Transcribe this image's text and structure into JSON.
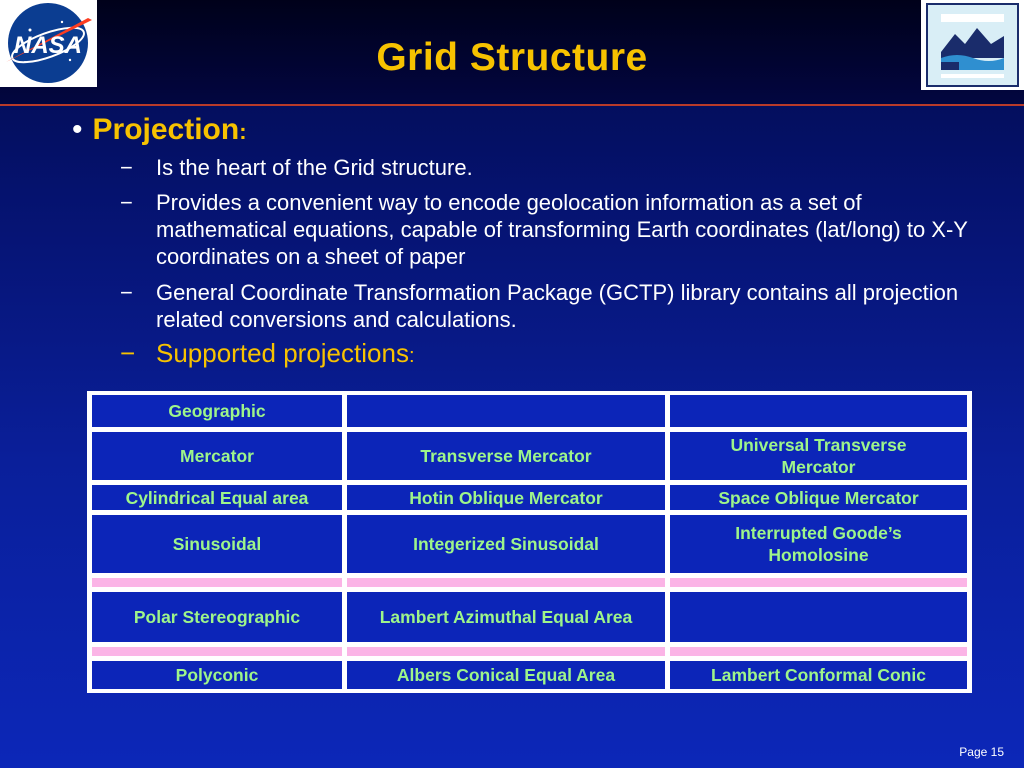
{
  "slide": {
    "title": "Grid Structure",
    "page_label": "Page 15"
  },
  "bullet": {
    "heading": "Projection",
    "heading_suffix": ":",
    "sub_items": [
      "Is the heart of the Grid structure.",
      "Provides a convenient way to encode geolocation information as a set of mathematical equations, capable of transforming Earth coordinates (lat/long) to X-Y coordinates on a sheet of paper",
      "General Coordinate Transformation Package (GCTP) library contains all projection related conversions and calculations."
    ],
    "highlight_item": "Supported projections",
    "highlight_suffix": ":",
    "dash": "−"
  },
  "projections": {
    "rows": [
      [
        "Geographic",
        "",
        ""
      ],
      [
        "Mercator",
        "Transverse Mercator",
        "Universal Transverse Mercator"
      ],
      [
        "Cylindrical Equal area",
        "Hotin Oblique Mercator",
        "Space Oblique Mercator"
      ],
      [
        "Sinusoidal",
        "Integerized Sinusoidal",
        "Interrupted Goode’s Homolosine"
      ],
      [
        "Polar Stereographic",
        "Lambert Azimuthal Equal Area",
        ""
      ],
      [
        "Polyconic",
        "Albers Conical Equal Area",
        "Lambert Conformal Conic"
      ]
    ]
  },
  "logos": {
    "left": "nasa-logo",
    "right": "eos-logo"
  },
  "colors": {
    "title": "#f7c200",
    "cell_text": "#9ef58a",
    "cell_bg": "#0c25b8",
    "separator": "#fbb4e6"
  }
}
